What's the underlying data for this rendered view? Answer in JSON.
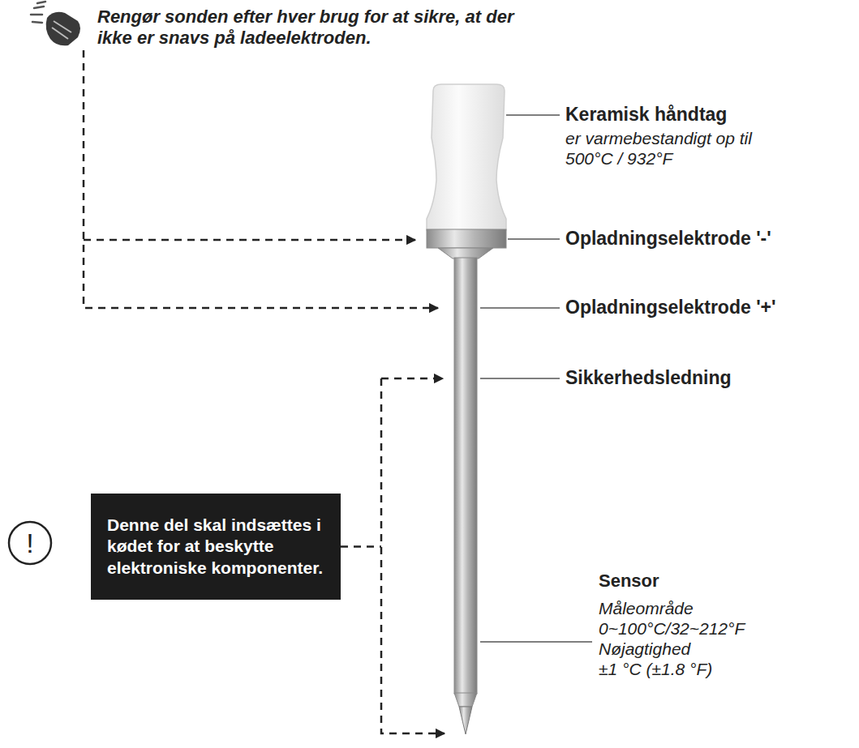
{
  "diagram": {
    "nodes": [
      {
        "text": [
          "Denne del skal indsættes i kødet for at beskytte elektroniske komponenter."
        ]
      }
    ],
    "labels": [
      "Rengør sonden efter hver brug for at sikre, at der ikke er snavs på ladeelektroden.",
      "Keramisk håndtag",
      "er varmebestandigt op til 500°C / 932°F",
      "Opladningselektrode '-'",
      "Opladningselektrode '+'",
      "Sikkerhedsledning",
      "Sensor",
      "Måleområde",
      "0~100°C/32~212°F",
      "Nøjagtighed",
      "±1 °C (±1.8 °F)",
      "!"
    ]
  }
}
